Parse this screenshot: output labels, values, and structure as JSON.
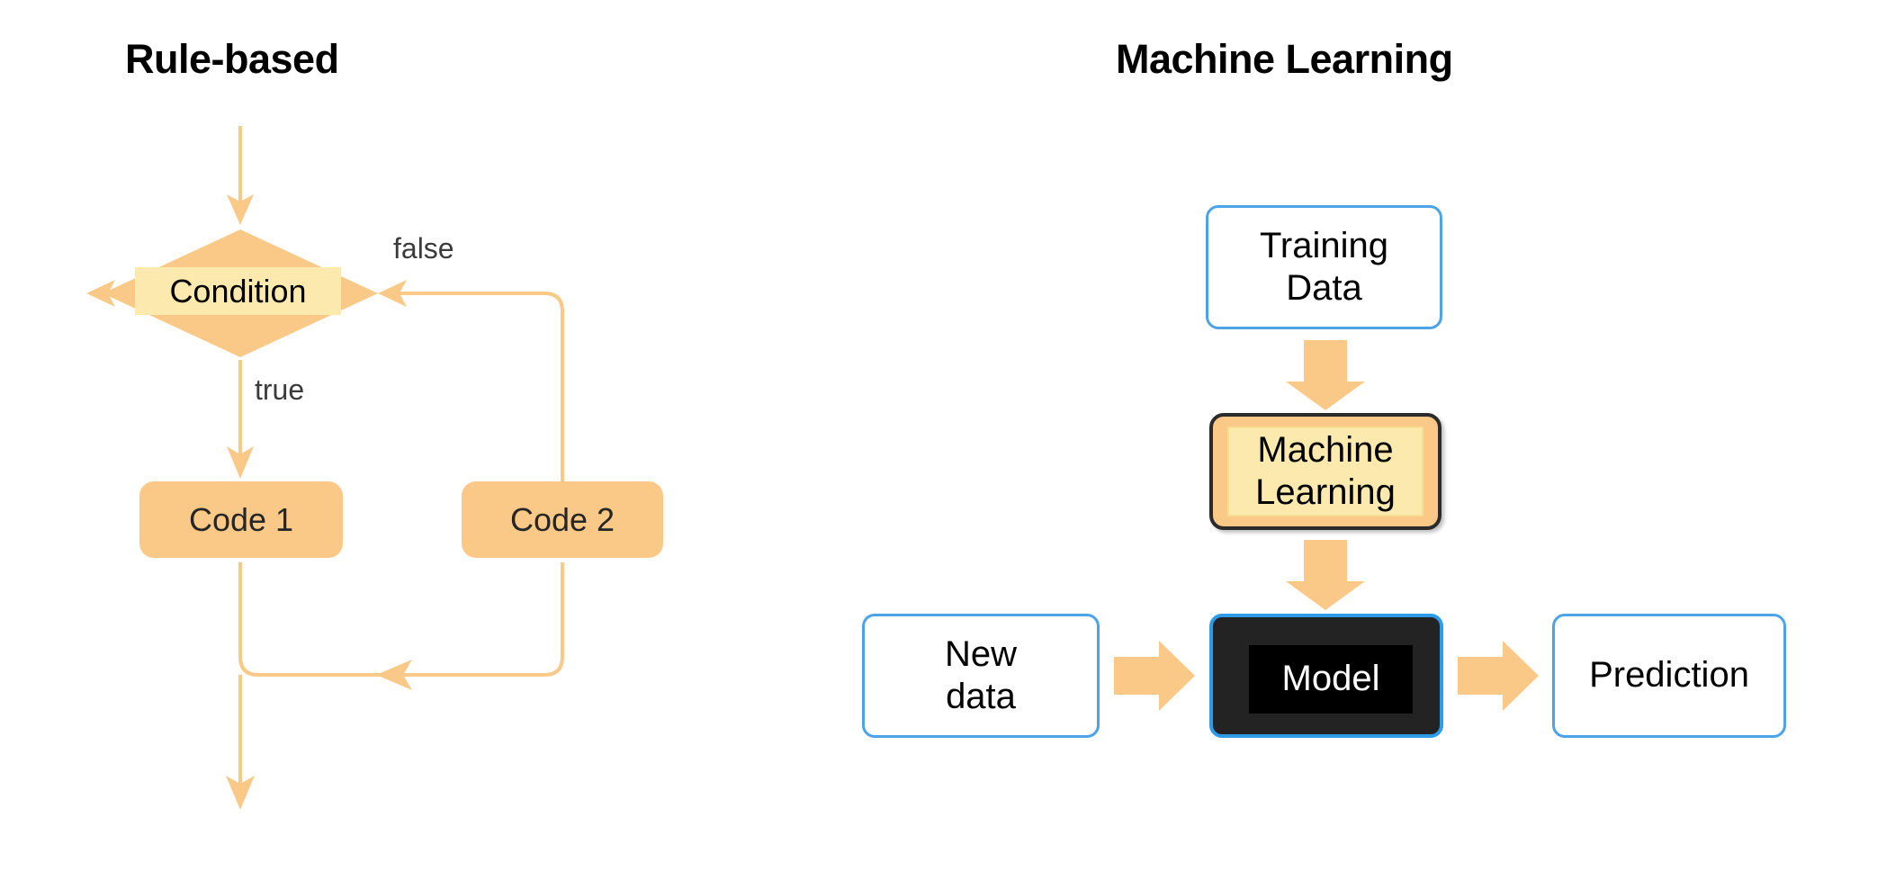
{
  "titles": {
    "left": "Rule-based",
    "right": "Machine Learning"
  },
  "colors": {
    "flow_orange": "#FBC987",
    "highlight_yellow": "#FBE9AE",
    "blue_border": "#4DA3E8",
    "model_fill": "#232323",
    "model_inner": "#000000",
    "text": "#000000",
    "background": "#FFFFFF"
  },
  "rule_based": {
    "condition_label": "Condition",
    "edge_labels": {
      "false": "false",
      "true": "true"
    },
    "code_boxes": [
      {
        "label": "Code 1"
      },
      {
        "label": "Code 2"
      }
    ],
    "icons": {
      "entry_arrow": "arrow-down-icon",
      "true_arrow": "arrow-down-icon",
      "false_path": "elbow-connector-icon",
      "merge_arrow": "arrow-left-icon",
      "exit_arrow": "arrow-down-icon",
      "decision_shape": "diamond-icon"
    }
  },
  "machine_learning": {
    "boxes": {
      "training_data": {
        "line1": "Training",
        "line2": "Data"
      },
      "ml_engine": {
        "line1": "Machine",
        "line2": "Learning"
      },
      "model": {
        "label": "Model"
      },
      "new_data": {
        "line1": "New",
        "line2": "data"
      },
      "prediction": {
        "label": "Prediction"
      }
    },
    "icons": {
      "arrow_training_to_ml": "block-arrow-down-icon",
      "arrow_ml_to_model": "block-arrow-down-icon",
      "arrow_newdata_to_model": "block-arrow-right-icon",
      "arrow_model_to_prediction": "block-arrow-right-icon"
    }
  }
}
